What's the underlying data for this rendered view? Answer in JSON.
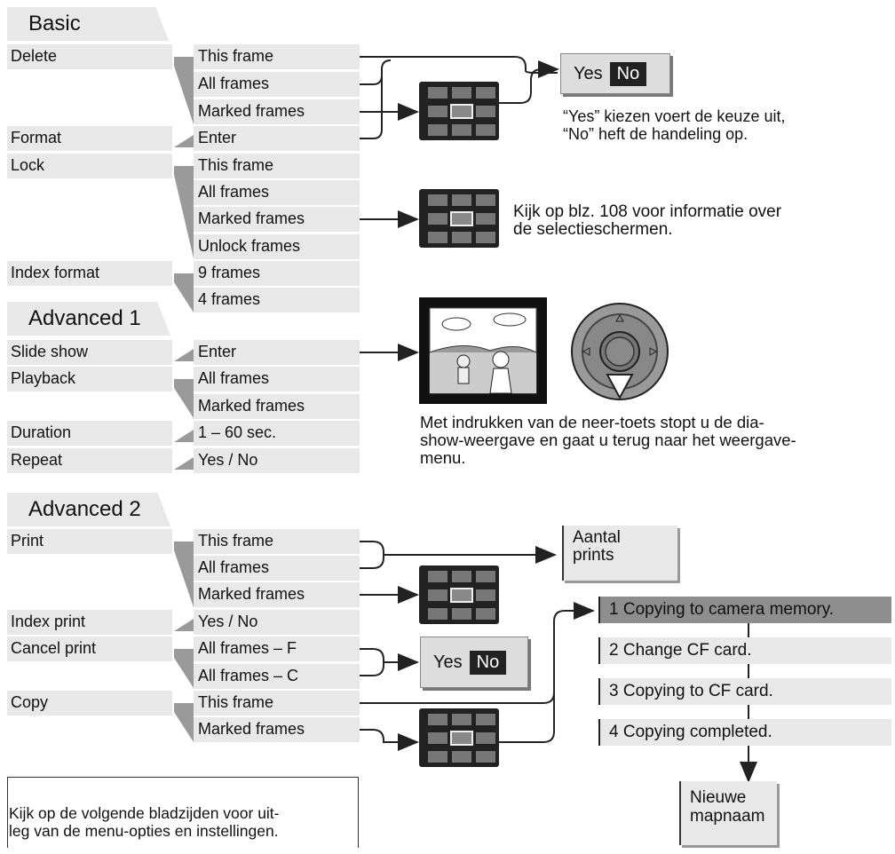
{
  "sections": {
    "basic": "Basic",
    "advanced1": "Advanced 1",
    "advanced2": "Advanced 2"
  },
  "labels": {
    "delete": "Delete",
    "format": "Format",
    "lock": "Lock",
    "index_format": "Index format",
    "slide_show": "Slide show",
    "playback": "Playback",
    "duration": "Duration",
    "repeat": "Repeat",
    "print": "Print",
    "index_print": "Index print",
    "cancel_print": "Cancel print",
    "copy": "Copy"
  },
  "options": {
    "delete": [
      "This frame",
      "All frames",
      "Marked frames"
    ],
    "format": [
      "Enter"
    ],
    "lock": [
      "This frame",
      "All frames",
      "Marked frames",
      "Unlock frames"
    ],
    "index_format": [
      "9 frames",
      "4 frames"
    ],
    "slide_show": [
      "Enter"
    ],
    "playback": [
      "All frames",
      "Marked frames"
    ],
    "duration": [
      "1 – 60 sec."
    ],
    "repeat": [
      "Yes / No"
    ],
    "print": [
      "This frame",
      "All frames",
      "Marked frames"
    ],
    "index_print": [
      "Yes / No"
    ],
    "cancel_print": [
      "All frames – F",
      "All frames – C"
    ],
    "copy": [
      "This frame",
      "Marked frames"
    ]
  },
  "dialogs": {
    "yes": "Yes",
    "no": "No",
    "aantal_prints_1": "Aantal",
    "aantal_prints_2": "prints",
    "nieuwe_mapnaam_1": "Nieuwe",
    "nieuwe_mapnaam_2": "mapnaam"
  },
  "copy_steps": [
    "1 Copying to camera memory.",
    "2 Change CF card.",
    "3 Copying to CF card.",
    "4 Copying completed."
  ],
  "notes": {
    "yes_no_1": "“Yes” kiezen voert de keuze uit,",
    "yes_no_2": "“No” heft de handeling op.",
    "selection_1": "Kijk op blz. 108 voor informatie over",
    "selection_2": "de selectieschermen.",
    "slideshow_1": "Met indrukken van de neer-toets stopt u de dia-",
    "slideshow_2": "show-weergave en gaat u terug naar het weergave-",
    "slideshow_3": "menu.",
    "footer_1": "Kijk op de volgende bladzijden voor uit-",
    "footer_2": "leg van de menu-opties en instellingen."
  }
}
